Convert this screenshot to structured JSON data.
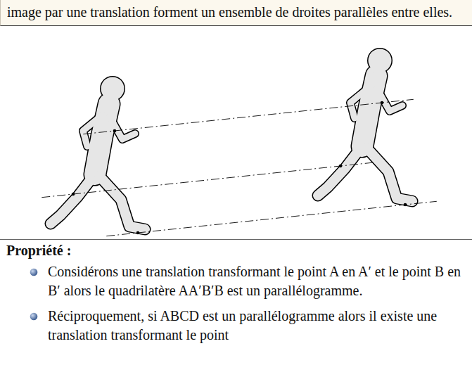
{
  "diagram": {
    "nodes": [
      {
        "text": [
          "image par une translation forment un ensemble de droites parallèles entre elles."
        ]
      }
    ],
    "labels": [
      "Propriété :",
      "Considérons une translation transformant le point A en A′ et le point B en B′ alors le quadrilatère AA′B′B est un parallélogramme.",
      "Réciproquement, si ABCD est un parallélogramme alors il existe une translation transformant le point"
    ]
  }
}
